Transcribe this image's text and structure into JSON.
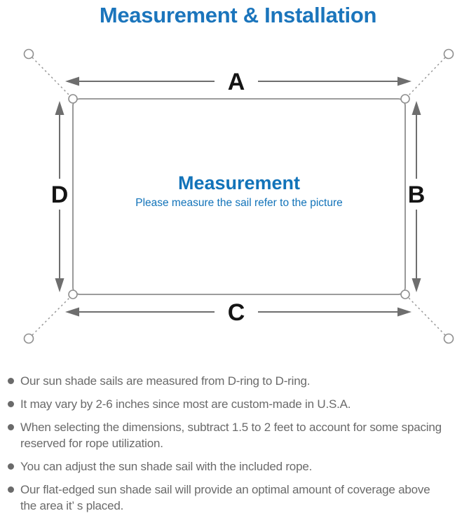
{
  "title": "Measurement & Installation",
  "diagram": {
    "dimension_labels": {
      "top": "A",
      "right": "B",
      "bottom": "C",
      "left": "D"
    },
    "center_title": "Measurement",
    "center_subtitle": "Please measure the sail refer to the picture"
  },
  "notes": [
    "Our sun shade sails are measured from D-ring to D-ring.",
    "It may vary by 2-6 inches since most are custom-made in U.S.A.",
    "When selecting the dimensions, subtract 1.5 to 2 feet to account for some spacing\nreserved for rope utilization.",
    "You can adjust the sun shade sail with the included rope.",
    "Our flat-edged sun shade sail will provide an optimal amount of coverage above\nthe area it’ s placed."
  ],
  "colors": {
    "title_blue": "#1b75bc",
    "center_blue": "#1273b9",
    "line_gray": "#6e6e6e",
    "border_gray": "#8f8f8f",
    "dash_gray": "#979797",
    "label_black": "#141414",
    "text_gray": "#6a6a6a"
  }
}
